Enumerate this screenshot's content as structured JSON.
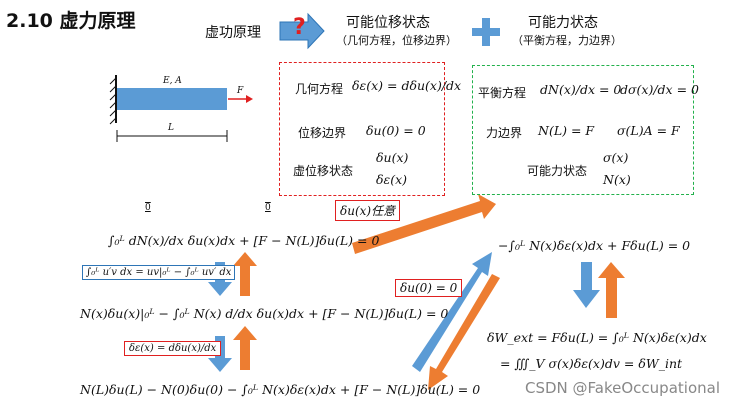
{
  "title": "2.10 虚力原理",
  "header": {
    "virtual_work": "虚功原理",
    "question_mark": "?",
    "compatible_state": "可能位移状态",
    "compatible_sub": "（几何方程，位移边界）",
    "equilibrium_state": "可能力状态",
    "equilibrium_sub": "（平衡方程，力边界）"
  },
  "beam": {
    "ea_label": "E, A",
    "force_label": "F",
    "length_label": "L"
  },
  "red_box": {
    "geom_label": "几何方程",
    "geom_eq": "δε(x) = dδu(x)/dx",
    "bc_label": "位移边界",
    "bc_eq": "δu(0) = 0",
    "state_label": "虚位移状态",
    "state_eq1": "δu(x)",
    "state_eq2": "δε(x)"
  },
  "green_box": {
    "eq_label": "平衡方程",
    "eq1": "dN(x)/dx = 0",
    "eq2": "dσ(x)/dx = 0",
    "force_label": "力边界",
    "force_eq1": "N(L) = F",
    "force_eq2": "σ(L)A = F",
    "state_label": "可能力状态",
    "state_eq1": "σ(x)",
    "state_eq2": "N(x)"
  },
  "derivation": {
    "line1": "∫₀ᴸ dN(x)/dx δu(x)dx + [F − N(L)]δu(L) = 0",
    "line2": "N(x)δu(x)|₀ᴸ − ∫₀ᴸ N(x) d/dx δu(x)dx + [F − N(L)]δu(L) = 0",
    "line3": "N(L)δu(L) − N(0)δu(0) − ∫₀ᴸ N(x)δε(x)dx + [F − N(L)]δu(L) = 0",
    "zero_mark_1": "0",
    "zero_mark_2": "0",
    "arbitrary_tag": "δu(x)任意",
    "parts_tag": "∫₀ᴸ u′v dx = uv|₀ᴸ − ∫₀ᴸ uv′ dx",
    "strain_tag": "δε(x) = dδu(x)/dx",
    "bc_tag": "δu(0) = 0"
  },
  "right_col": {
    "eq1": "−∫₀ᴸ N(x)δε(x)dx + Fδu(L) = 0",
    "eq2": "δW_ext = Fδu(L) = ∫₀ᴸ N(x)δε(x)dx",
    "eq3": "= ∭_V σ(x)δε(x)dv = δW_int"
  },
  "watermark": "CSDN @FakeOccupational",
  "colors": {
    "red": "#e02020",
    "green": "#22b14c",
    "blue": "#5b9bd5",
    "orange": "#ed7d31"
  }
}
